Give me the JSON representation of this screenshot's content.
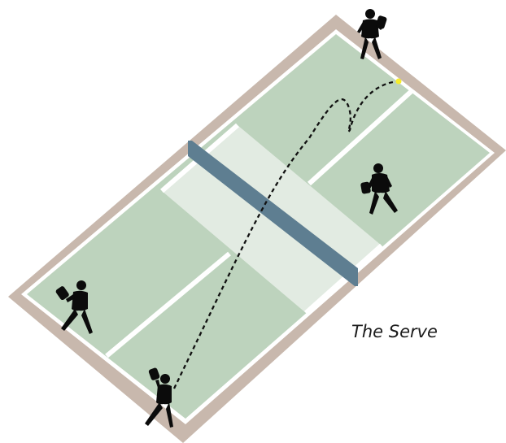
{
  "caption": "The Serve",
  "colors": {
    "surround": "#c8b8ad",
    "lines": "#ffffff",
    "court": "#bdd3bd",
    "kitchen": "#e2ebe2",
    "net": "#5e7e91",
    "players": "#0b0b0b",
    "ball": "#f7ee2a",
    "trajectory": "#111111"
  },
  "players": [
    {
      "name": "receiver-player",
      "icon": "player-silhouette-icon"
    },
    {
      "name": "receiver-partner-player",
      "icon": "player-silhouette-icon"
    },
    {
      "name": "server-partner-player",
      "icon": "player-silhouette-icon"
    },
    {
      "name": "server-player",
      "icon": "player-silhouette-icon"
    }
  ]
}
